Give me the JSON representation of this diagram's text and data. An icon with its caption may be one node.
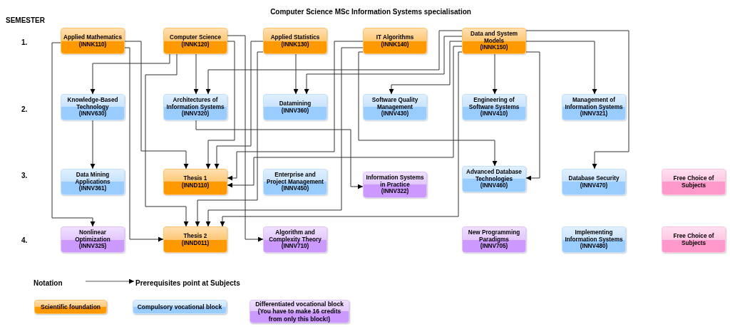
{
  "diagram": {
    "title": "Computer Science MSc Information Systems specialisation",
    "nodes": [
      {
        "text": [
          "Applied Mathematics",
          "(INNK110)"
        ]
      },
      {
        "text": [
          "Computer Science",
          "(INNK120)"
        ]
      },
      {
        "text": [
          "Applied Statistics",
          "(INNK130)"
        ]
      },
      {
        "text": [
          "IT Algorithms",
          "(INNK140)"
        ]
      },
      {
        "text": [
          "Data and System Models",
          "(INNK150)"
        ]
      },
      {
        "text": [
          "Knowledge-Based Technology",
          "(INNV630)"
        ]
      },
      {
        "text": [
          "Architectures of Information Systems",
          "(INNV320)"
        ]
      },
      {
        "text": [
          "Datamining",
          "(INNV360)"
        ]
      },
      {
        "text": [
          "Software Quality Management",
          "(INNV430)"
        ]
      },
      {
        "text": [
          "Engineering of Software Systems",
          "(INNV410)"
        ]
      },
      {
        "text": [
          "Management of Information Systems",
          "(INNV321)"
        ]
      },
      {
        "text": [
          "Data Mining Applications",
          "(INNV361)"
        ]
      },
      {
        "text": [
          "Thesis 1",
          "(INND110)"
        ]
      },
      {
        "text": [
          "Enterprise and Project Management",
          "(INNV450)"
        ]
      },
      {
        "text": [
          "Information Systems in Practice",
          "(INNV322)"
        ]
      },
      {
        "text": [
          "Advanced Database Technologies",
          "(INNV460)"
        ]
      },
      {
        "text": [
          "Database Security",
          "(INNV470)"
        ]
      },
      {
        "text": [
          "Free Choice of Subjects"
        ]
      },
      {
        "text": [
          "Nonlinear Optimization",
          "(INNV325)"
        ]
      },
      {
        "text": [
          "Thesis 2",
          "(INND011)"
        ]
      },
      {
        "text": [
          "Algorithm and Complexity Theory",
          "(INNV710)"
        ]
      },
      {
        "text": [
          "New Programming Paradigms",
          "(INNV705)"
        ]
      },
      {
        "text": [
          "Implementing Information Systems",
          "(INNV480)"
        ]
      },
      {
        "text": [
          "Free Choice of Subjects"
        ]
      }
    ],
    "edges": [
      {
        "from": 0,
        "to": 18,
        "arrow": "to"
      },
      {
        "from": 0,
        "to": 12,
        "arrow": "to"
      },
      {
        "from": 0,
        "to": 19,
        "arrow": "to"
      },
      {
        "from": 1,
        "to": 5,
        "arrow": "to"
      },
      {
        "from": 1,
        "to": 19,
        "arrow": "to"
      },
      {
        "from": 1,
        "to": 6,
        "arrow": "to"
      },
      {
        "from": 1,
        "to": 20,
        "arrow": "to"
      },
      {
        "from": 1,
        "to": 12,
        "arrow": "to"
      },
      {
        "from": 2,
        "to": 12,
        "arrow": "to"
      },
      {
        "from": 2,
        "to": 19,
        "arrow": "to"
      },
      {
        "from": 2,
        "to": 7,
        "arrow": "to"
      },
      {
        "from": 3,
        "to": 12,
        "arrow": "to"
      },
      {
        "from": 3,
        "to": 19,
        "arrow": "to"
      },
      {
        "from": 3,
        "to": 15,
        "arrow": "to"
      },
      {
        "from": 4,
        "to": 6,
        "arrow": "to"
      },
      {
        "from": 4,
        "to": 7,
        "arrow": "to"
      },
      {
        "from": 4,
        "to": 8,
        "arrow": "to"
      },
      {
        "from": 4,
        "to": 12,
        "arrow": "to"
      },
      {
        "from": 4,
        "to": 19,
        "arrow": "to"
      },
      {
        "from": 4,
        "to": 9,
        "arrow": "to"
      },
      {
        "from": 4,
        "to": 10,
        "arrow": "to"
      },
      {
        "from": 4,
        "to": 15,
        "arrow": "to"
      },
      {
        "from": 4,
        "to": 16,
        "arrow": "to"
      },
      {
        "from": 6,
        "to": 14,
        "arrow": "to"
      },
      {
        "from": 5,
        "to": 11,
        "arrow": "to"
      }
    ],
    "labels": [
      "SEMESTER",
      "1.",
      "2.",
      "3.",
      "4.",
      "Notation"
    ],
    "legend": [
      {
        "text": "Prerequisites point at Subjects"
      },
      {
        "text": "Scientific foundation",
        "color": "#ff9900"
      },
      {
        "text": "Compulsory vocational block",
        "color": "#99ccff"
      },
      {
        "text": "Differentiated vocational block (You have to make 16 credits from only this block!)",
        "color": "#cc99ff"
      }
    ]
  }
}
